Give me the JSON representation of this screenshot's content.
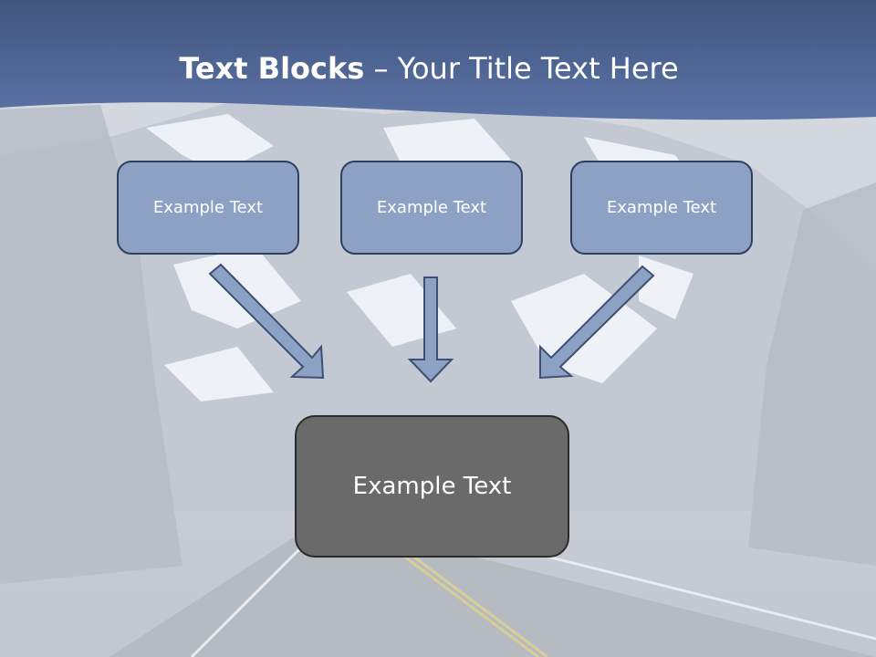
{
  "title": {
    "bold": "Text Blocks",
    "dash": " – ",
    "rest": "Your Title Text Here"
  },
  "boxes": [
    "Example Text",
    "Example Text",
    "Example Text"
  ],
  "main_box": "Example Text",
  "colors": {
    "header": "#52689a",
    "box_fill": "#8ca1c4",
    "box_border": "#2f3f5e",
    "main_fill": "#6a6a6a",
    "arrow_fill": "#8ca1c4"
  }
}
